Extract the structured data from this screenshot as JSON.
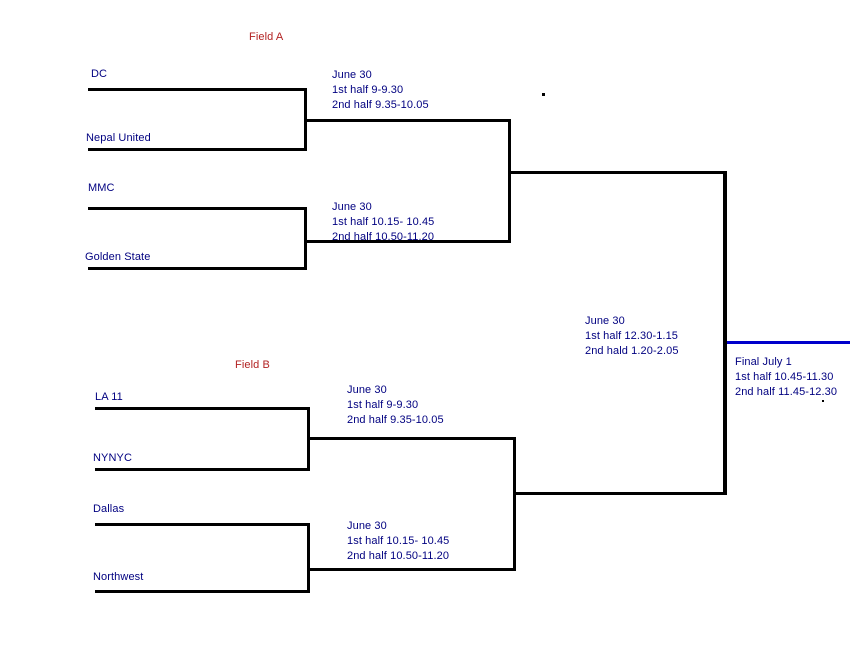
{
  "fields": [
    {
      "id": "field-a",
      "label": "Field A"
    },
    {
      "id": "field-b",
      "label": "Field B"
    }
  ],
  "teams": [
    {
      "id": "dc",
      "label": "DC"
    },
    {
      "id": "nepal-united",
      "label": "Nepal United"
    },
    {
      "id": "mmc",
      "label": "MMC"
    },
    {
      "id": "golden-state",
      "label": "Golden State"
    },
    {
      "id": "la-11",
      "label": "LA 11"
    },
    {
      "id": "nynyc",
      "label": "NYNYC"
    },
    {
      "id": "dallas",
      "label": "Dallas"
    },
    {
      "id": "northwest",
      "label": "Northwest"
    }
  ],
  "matches": [
    {
      "id": "quarterfinal-1",
      "date": "June 30",
      "first_half": "1st half 9-9.30",
      "second_half": "2nd half 9.35-10.05"
    },
    {
      "id": "quarterfinal-2",
      "date": "June 30",
      "first_half": "1st half 10.15- 10.45",
      "second_half": "2nd half 10.50-11.20"
    },
    {
      "id": "quarterfinal-3",
      "date": "June 30",
      "first_half": "1st half 9-9.30",
      "second_half": "2nd half 9.35-10.05"
    },
    {
      "id": "quarterfinal-4",
      "date": "June 30",
      "first_half": "1st half 10.15- 10.45",
      "second_half": "2nd half 10.50-11.20"
    },
    {
      "id": "semifinal",
      "date": "June 30",
      "first_half": "1st half 12.30-1.15",
      "second_half": "2nd hald 1.20-2.05"
    },
    {
      "id": "final",
      "date": "Final July 1",
      "first_half": "1st half 10.45-11.30",
      "second_half": "2nd half 11.45-12.30"
    }
  ],
  "colors": {
    "team_text": "#000080",
    "field_text": "#b22222",
    "bracket_line": "#000000",
    "winner_line": "#0000cc",
    "background": "#ffffff"
  }
}
